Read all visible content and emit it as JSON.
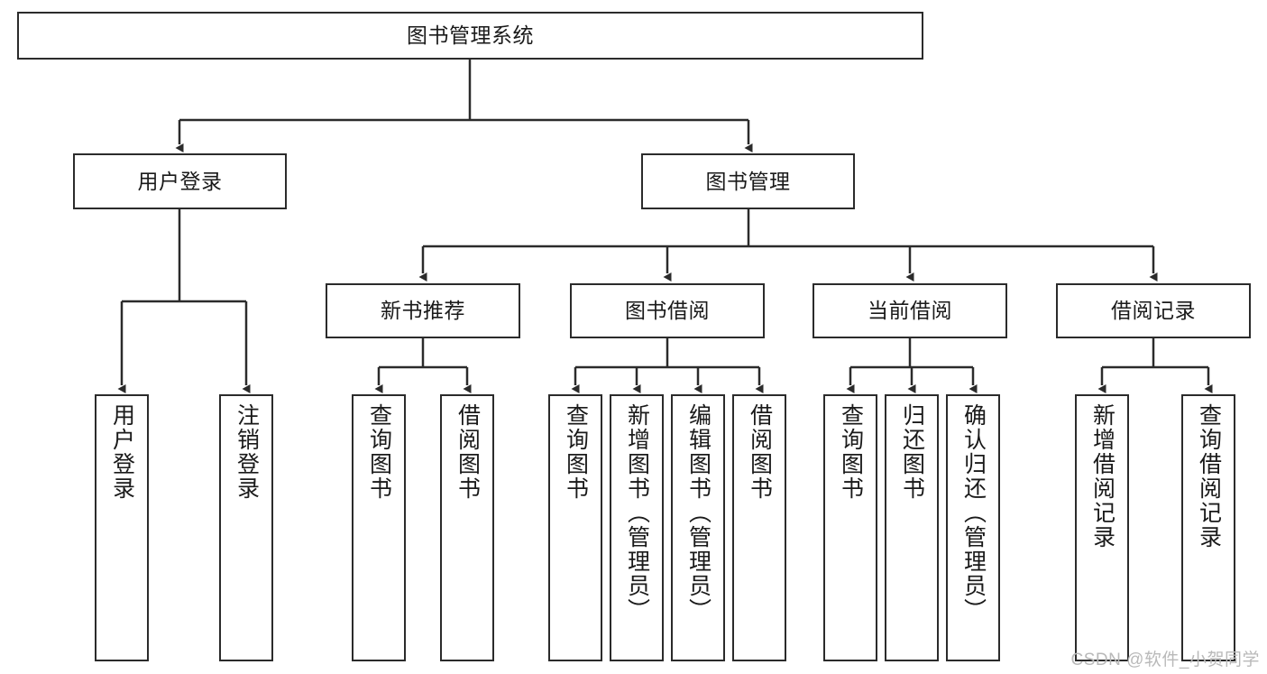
{
  "diagram": {
    "title": "图书管理系统",
    "watermark": "CSDN @软件_小贺同学",
    "line_color": "#2b2b2b",
    "box_fill": "#ffffff",
    "text_color": "#1a1a1a",
    "watermark_color": "#b9b9b9",
    "root": {
      "label": "图书管理系统"
    },
    "level2": [
      {
        "label": "用户登录"
      },
      {
        "label": "图书管理"
      }
    ],
    "level3": [
      {
        "label": "新书推荐"
      },
      {
        "label": "图书借阅"
      },
      {
        "label": "当前借阅"
      },
      {
        "label": "借阅记录"
      }
    ],
    "leaves": {
      "user_login": [
        {
          "label": "用户登录"
        },
        {
          "label": "注销登录"
        }
      ],
      "new_book_recommend": [
        {
          "label": "查询图书"
        },
        {
          "label": "借阅图书"
        }
      ],
      "book_borrow": [
        {
          "label": "查询图书"
        },
        {
          "label": "新增图书（管理员）"
        },
        {
          "label": "编辑图书（管理员）"
        },
        {
          "label": "借阅图书"
        }
      ],
      "current_borrow": [
        {
          "label": "查询图书"
        },
        {
          "label": "归还图书"
        },
        {
          "label": "确认归还（管理员）"
        }
      ],
      "borrow_record": [
        {
          "label": "新增借阅记录"
        },
        {
          "label": "查询借阅记录"
        }
      ]
    }
  }
}
